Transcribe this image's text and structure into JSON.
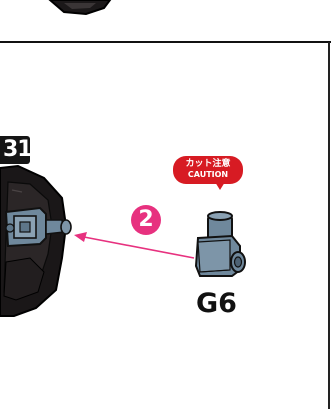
{
  "step": {
    "number": "31"
  },
  "order": {
    "number": "2"
  },
  "caution": {
    "jp": "カット注意",
    "en": "CAUTION"
  },
  "part": {
    "label": "G6"
  },
  "colors": {
    "arrow": "#e7317f",
    "caution_bg": "#d71b23",
    "part_fill": "#6f889c",
    "part_outline": "#111111",
    "dark_part": "#1a1718"
  },
  "icons": [
    "divider-line",
    "shield-part",
    "connector-part-g6",
    "insert-arrow"
  ]
}
